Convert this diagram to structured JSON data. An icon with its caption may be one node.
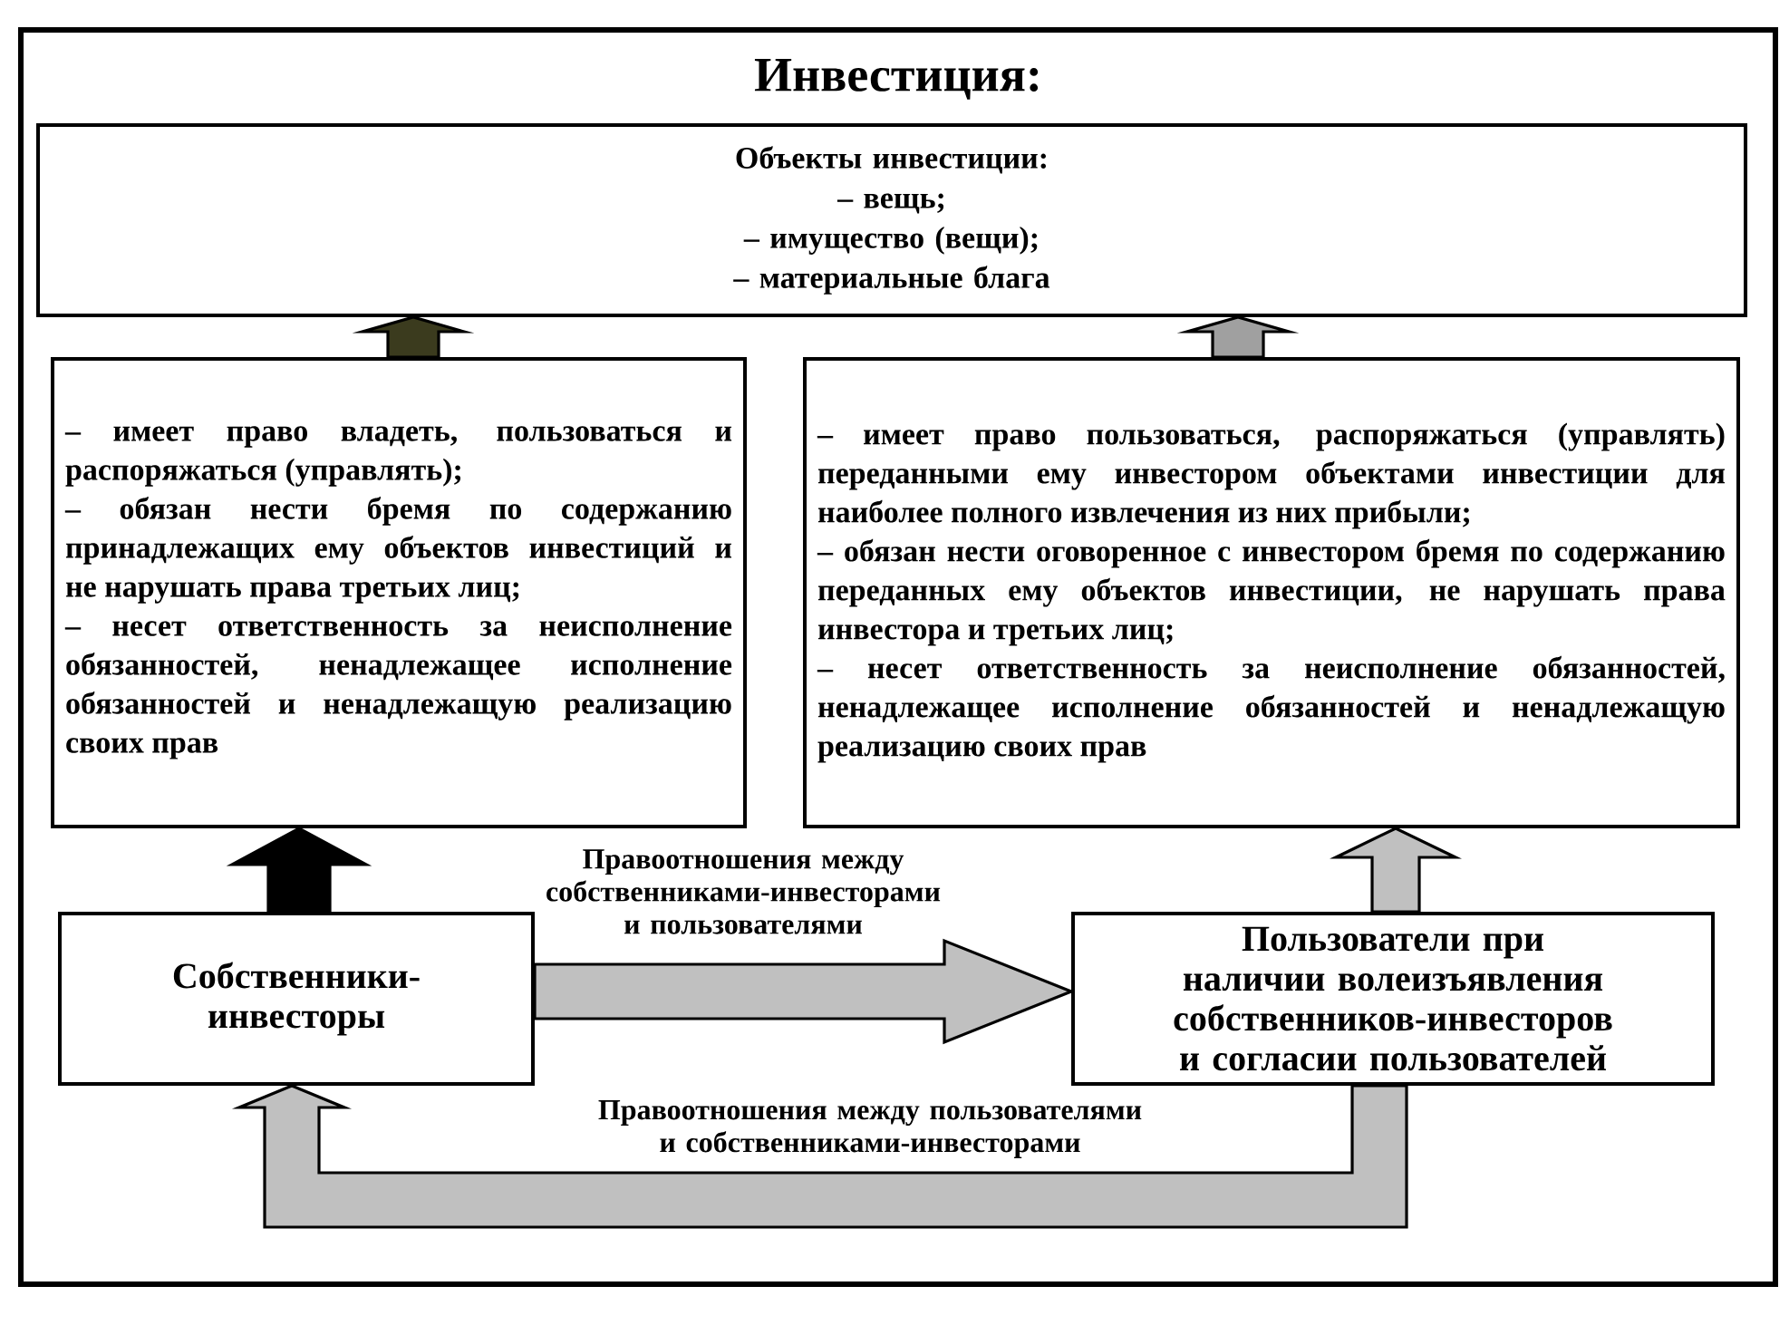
{
  "diagram": {
    "nodes": [
      {
        "text": [
          "Инвестиция:"
        ]
      },
      {
        "text": [
          "Объекты инвестиции:",
          "– вещь;",
          "– имущество (вещи);",
          "– материальные блага"
        ],
        "in": 0
      },
      {
        "text": [
          "– имеет право владеть, пользоваться и распоряжаться (управлять);",
          "– обязан нести бремя по содержанию принадлежащих ему объектов инвестиций и не нарушать права третьих лиц;",
          "– несет ответственность за неисполнение обязанностей, ненадлежащее исполнение обязанностей и ненадлежащую реализацию своих прав"
        ],
        "in": 0
      },
      {
        "text": [
          "– имеет право пользоваться, распоряжаться (управлять) переданными ему инвестором объектами инвестиции для наиболее полного извлечения из них прибыли;",
          "– обязан нести оговоренное с инвестором бремя по содержанию переданных ему объектов инвестиции, не нарушать права инвестора и третьих лиц;",
          "– несет ответственность за неисполнение обязанностей, ненадлежащее исполнение обязанностей и ненадлежащую реализацию своих прав"
        ],
        "in": 0
      },
      {
        "text": [
          "Собственники-инвесторы"
        ],
        "in": 0
      },
      {
        "text": [
          "Пользователи при наличии волеизъявления собственников-инвесторов и согласии пользователей"
        ],
        "in": 0
      }
    ],
    "edges": [
      {
        "from": 2,
        "to": 1,
        "arrow": "to",
        "color": "#3b3b1e"
      },
      {
        "from": 3,
        "to": 1,
        "arrow": "to",
        "color": "#a0a0a0"
      },
      {
        "from": 4,
        "to": 2,
        "arrow": "to",
        "color": "#000000"
      },
      {
        "from": 5,
        "to": 3,
        "arrow": "to"
      },
      {
        "from": 4,
        "to": 5,
        "arrow": "to",
        "label": "Правоотношения между собственниками-инвесторами и пользователями"
      },
      {
        "from": 5,
        "to": 4,
        "arrow": "to",
        "label": "Правоотношения между пользователями и собственниками-инвесторами"
      }
    ]
  }
}
